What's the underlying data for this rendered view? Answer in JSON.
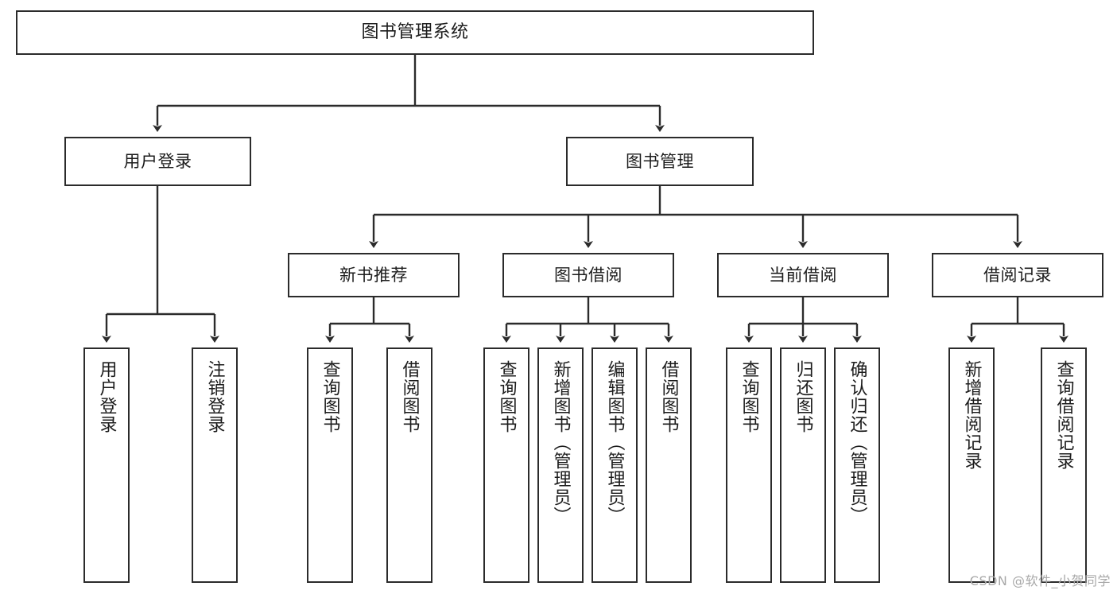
{
  "diagram": {
    "title": "图书管理系统",
    "watermark": "CSDN @软件_小贺同学",
    "line_color": "#2b2b2b",
    "box_fill": "#ffffff",
    "text_color": "#1c1c1c",
    "watermark_color": "#a8a8a8"
  },
  "nodes": {
    "root": {
      "label": "图书管理系统"
    },
    "level2": [
      {
        "label": "用户登录"
      },
      {
        "label": "图书管理"
      }
    ],
    "level3": [
      {
        "label": "新书推荐"
      },
      {
        "label": "图书借阅"
      },
      {
        "label": "当前借阅"
      },
      {
        "label": "借阅记录"
      }
    ],
    "leaves": {
      "user_login": [
        {
          "label": "用户登录"
        },
        {
          "label": "注销登录"
        }
      ],
      "new_book_recommend": [
        {
          "label": "查询图书"
        },
        {
          "label": "借阅图书"
        }
      ],
      "book_borrow": [
        {
          "label": "查询图书"
        },
        {
          "label": "新增图书（管理员）"
        },
        {
          "label": "编辑图书（管理员）"
        },
        {
          "label": "借阅图书"
        }
      ],
      "current_borrow": [
        {
          "label": "查询图书"
        },
        {
          "label": "归还图书"
        },
        {
          "label": "确认归还（管理员）"
        }
      ],
      "borrow_record": [
        {
          "label": "新增借阅记录"
        },
        {
          "label": "查询借阅记录"
        }
      ]
    }
  }
}
